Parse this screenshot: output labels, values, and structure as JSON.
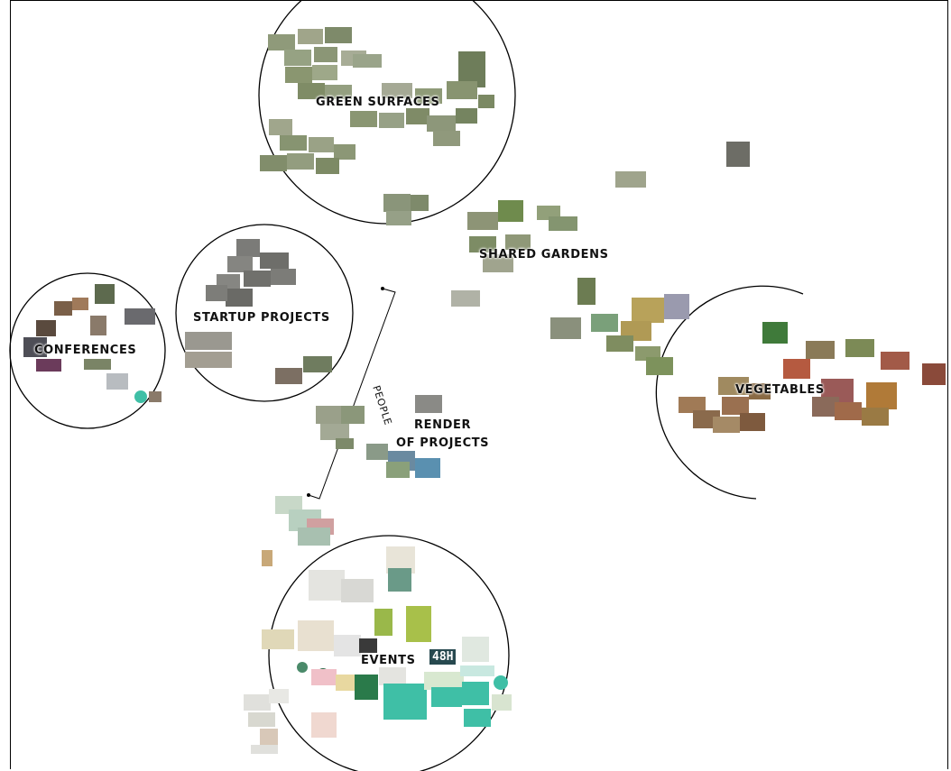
{
  "clusters": {
    "green_surfaces": "GREEN SURFACES",
    "shared_gardens": "SHARED GARDENS",
    "startup_projects": "STARTUP PROJECTS",
    "conferences": "CONFERENCES",
    "vegetables": "VEGETABLES",
    "render_of_projects_line1": "RENDER",
    "render_of_projects_line2": "OF PROJECTS",
    "events": "EVENTS"
  },
  "people_label": "PEOPLE",
  "badge_48h": "48H",
  "colors": {
    "line": "#000000",
    "photo_green": "#7a8f5a",
    "photo_gray": "#8c8c86",
    "photo_brown": "#8a6a4a",
    "teal": "#3fbfa6",
    "dark_teal": "#27494f"
  }
}
